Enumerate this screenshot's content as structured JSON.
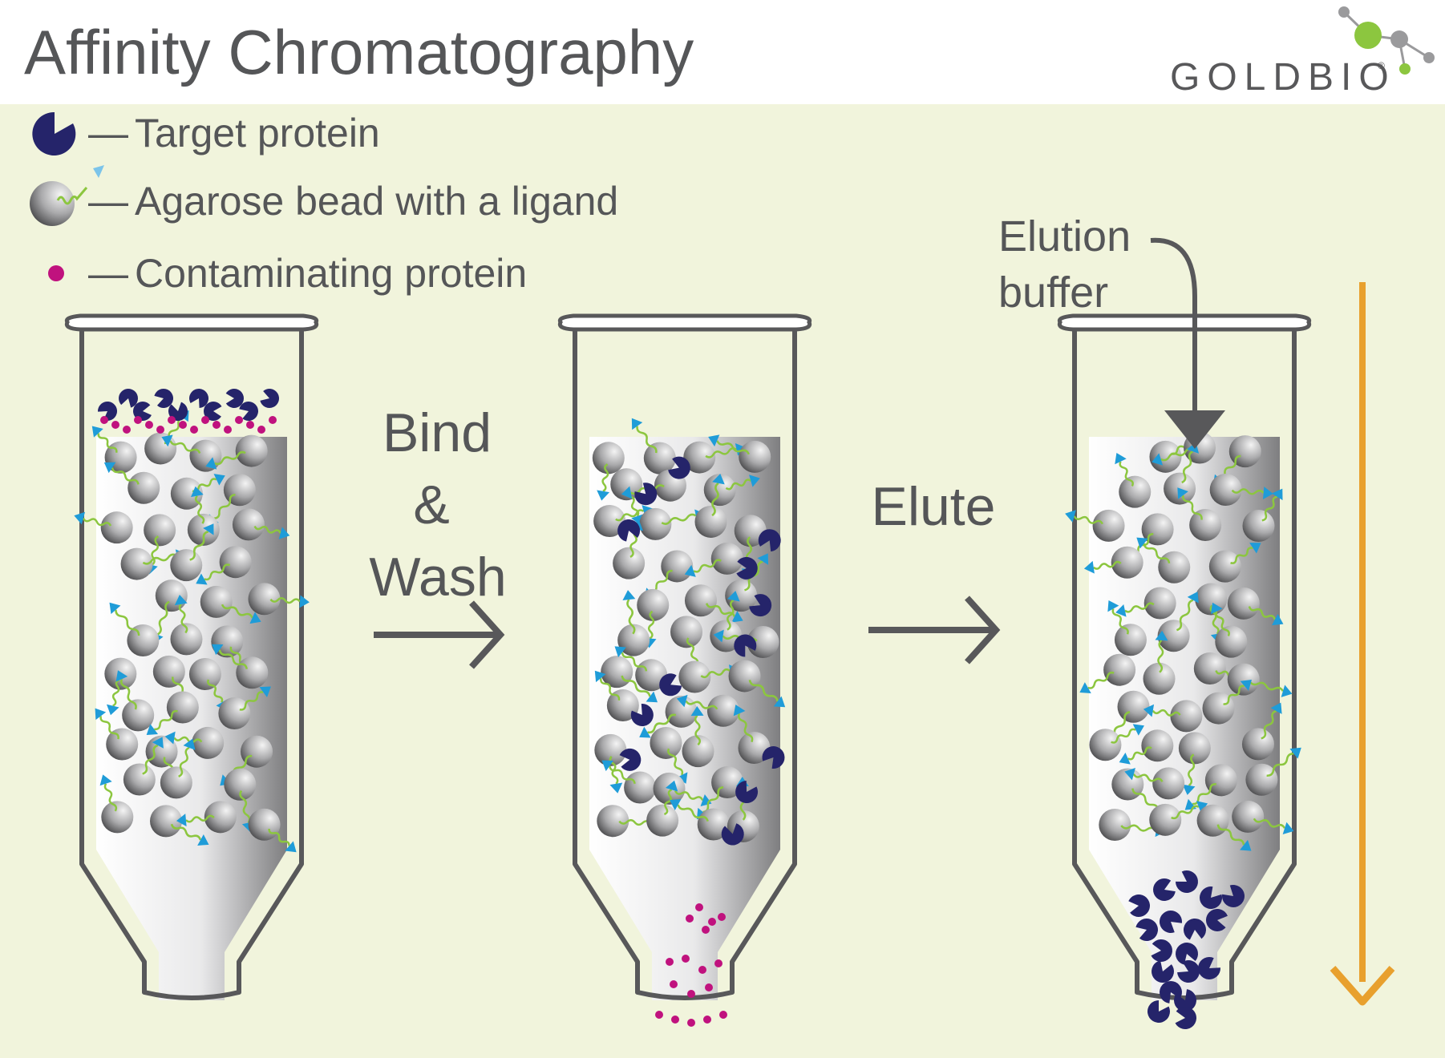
{
  "title": "Affinity Chromatography",
  "brand": {
    "name": "GOLDBIO",
    "registered_mark": "®"
  },
  "legend": {
    "items": [
      {
        "icon": "target-protein-icon",
        "dash": "—",
        "label": "Target protein"
      },
      {
        "icon": "agarose-bead-ligand-icon",
        "dash": "—",
        "label": "Agarose bead with a ligand"
      },
      {
        "icon": "contaminating-protein-icon",
        "dash": "—",
        "label": "Contaminating protein"
      }
    ]
  },
  "steps": {
    "bind_wash": {
      "line1": "Bind",
      "line2": "&",
      "line3": "Wash"
    },
    "elute": {
      "label": "Elute"
    },
    "elution_buffer": {
      "line1": "Elution",
      "line2": "buffer"
    }
  },
  "colors": {
    "background": "#f1f4dc",
    "header": "#ffffff",
    "text": "#555658",
    "target_protein": "#25246a",
    "contaminant": "#c0127e",
    "ligand_arm": "#8cc63f",
    "ligand_tip": "#1f9cd8",
    "bead_light": "#f3f3f3",
    "bead_dark": "#3c3c3e",
    "flow_arrow": "#e8a02e",
    "step_arrow": "#58585a",
    "logo_green": "#8cc63f",
    "logo_gray": "#9a9a9c"
  }
}
